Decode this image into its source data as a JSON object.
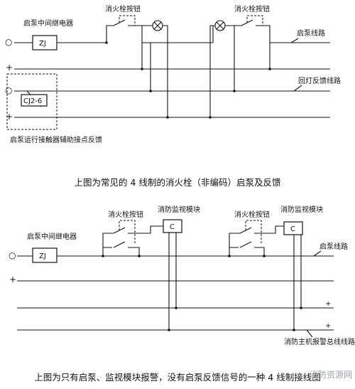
{
  "diagram1": {
    "relay_label": "启泵中间继电器",
    "relay_box": "ZJ",
    "button_label_1": "消火栓按钮",
    "button_label_2": "消火栓按钮",
    "pump_line_label": "启泵线路",
    "feedback_line_label": "回灯反馈线路",
    "contactor_box": "CJ2-6",
    "contactor_label": "启泵运行接触器辅助接点反馈",
    "terminals": [
      "○",
      "+",
      "○",
      "+"
    ],
    "caption": "上图为常见的 4 线制的消火栓（非编码）启泵及反馈"
  },
  "diagram2": {
    "button_label_1": "消火栓按钮",
    "module_label_1": "消防监视模块",
    "button_label_2": "消火栓按钮",
    "module_label_2": "消防监视模块",
    "relay_label": "启泵中间继电器",
    "relay_box": "ZJ",
    "module_box": "C",
    "pump_line_label": "启泵线路",
    "host_line_label": "消防主机报警总线线路",
    "terminals": [
      "○",
      "+"
    ],
    "caption": "上图为只有启泵、监视模块报警，没有启泵反馈信号的一种 4 线制接线图"
  },
  "watermark": "消防资源网"
}
